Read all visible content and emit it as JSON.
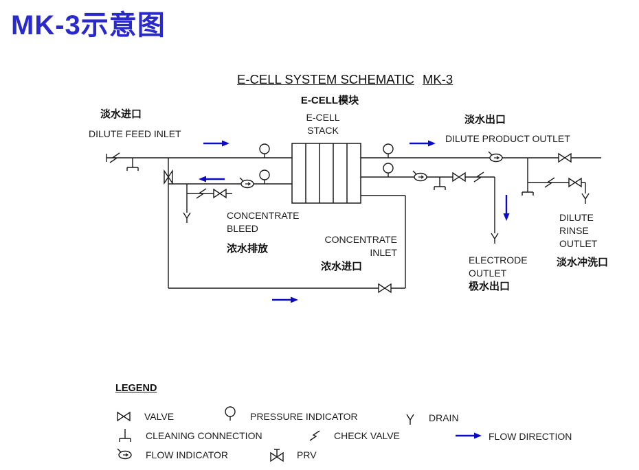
{
  "page": {
    "title": "MK-3示意图"
  },
  "schematic": {
    "title": "E-CELL SYSTEM SCHEMATIC",
    "title_mk": "MK-3",
    "module_label": "E-CELL模块",
    "stack_label": [
      "E-CELL",
      "STACK"
    ],
    "labels": {
      "dilute_feed_inlet_cn": "淡水进口",
      "dilute_feed_inlet_en": "DILUTE FEED INLET",
      "dilute_product_outlet_cn": "淡水出口",
      "dilute_product_outlet_en": "DILUTE PRODUCT OUTLET",
      "concentrate_bleed_en": [
        "CONCENTRATE",
        "BLEED"
      ],
      "concentrate_bleed_cn": "浓水排放",
      "concentrate_inlet_en": [
        "CONCENTRATE",
        "INLET"
      ],
      "concentrate_inlet_cn": "浓水进口",
      "electrode_outlet_en": [
        "ELECTRODE",
        "OUTLET"
      ],
      "electrode_outlet_cn": "极水出口",
      "dilute_rinse_outlet_en": [
        "DILUTE",
        "RINSE",
        "OUTLET"
      ],
      "dilute_rinse_outlet_cn": "淡水冲洗口"
    }
  },
  "legend": {
    "title": "LEGEND",
    "items": [
      {
        "symbol": "valve-icon",
        "label": "VALVE"
      },
      {
        "symbol": "pressure-indicator-icon",
        "label": "PRESSURE INDICATOR"
      },
      {
        "symbol": "drain-icon",
        "label": "DRAIN"
      },
      {
        "symbol": "cleaning-connection-icon",
        "label": "CLEANING CONNECTION"
      },
      {
        "symbol": "check-valve-icon",
        "label": "CHECK VALVE"
      },
      {
        "symbol": "flow-direction-icon",
        "label": "FLOW DIRECTION"
      },
      {
        "symbol": "flow-indicator-icon",
        "label": "FLOW INDICATOR"
      },
      {
        "symbol": "prv-icon",
        "label": "PRV"
      }
    ]
  },
  "colors": {
    "line": "#1a1a1a",
    "flow_arrow": "#0b0bc4",
    "title_blue": "#2929cc"
  }
}
